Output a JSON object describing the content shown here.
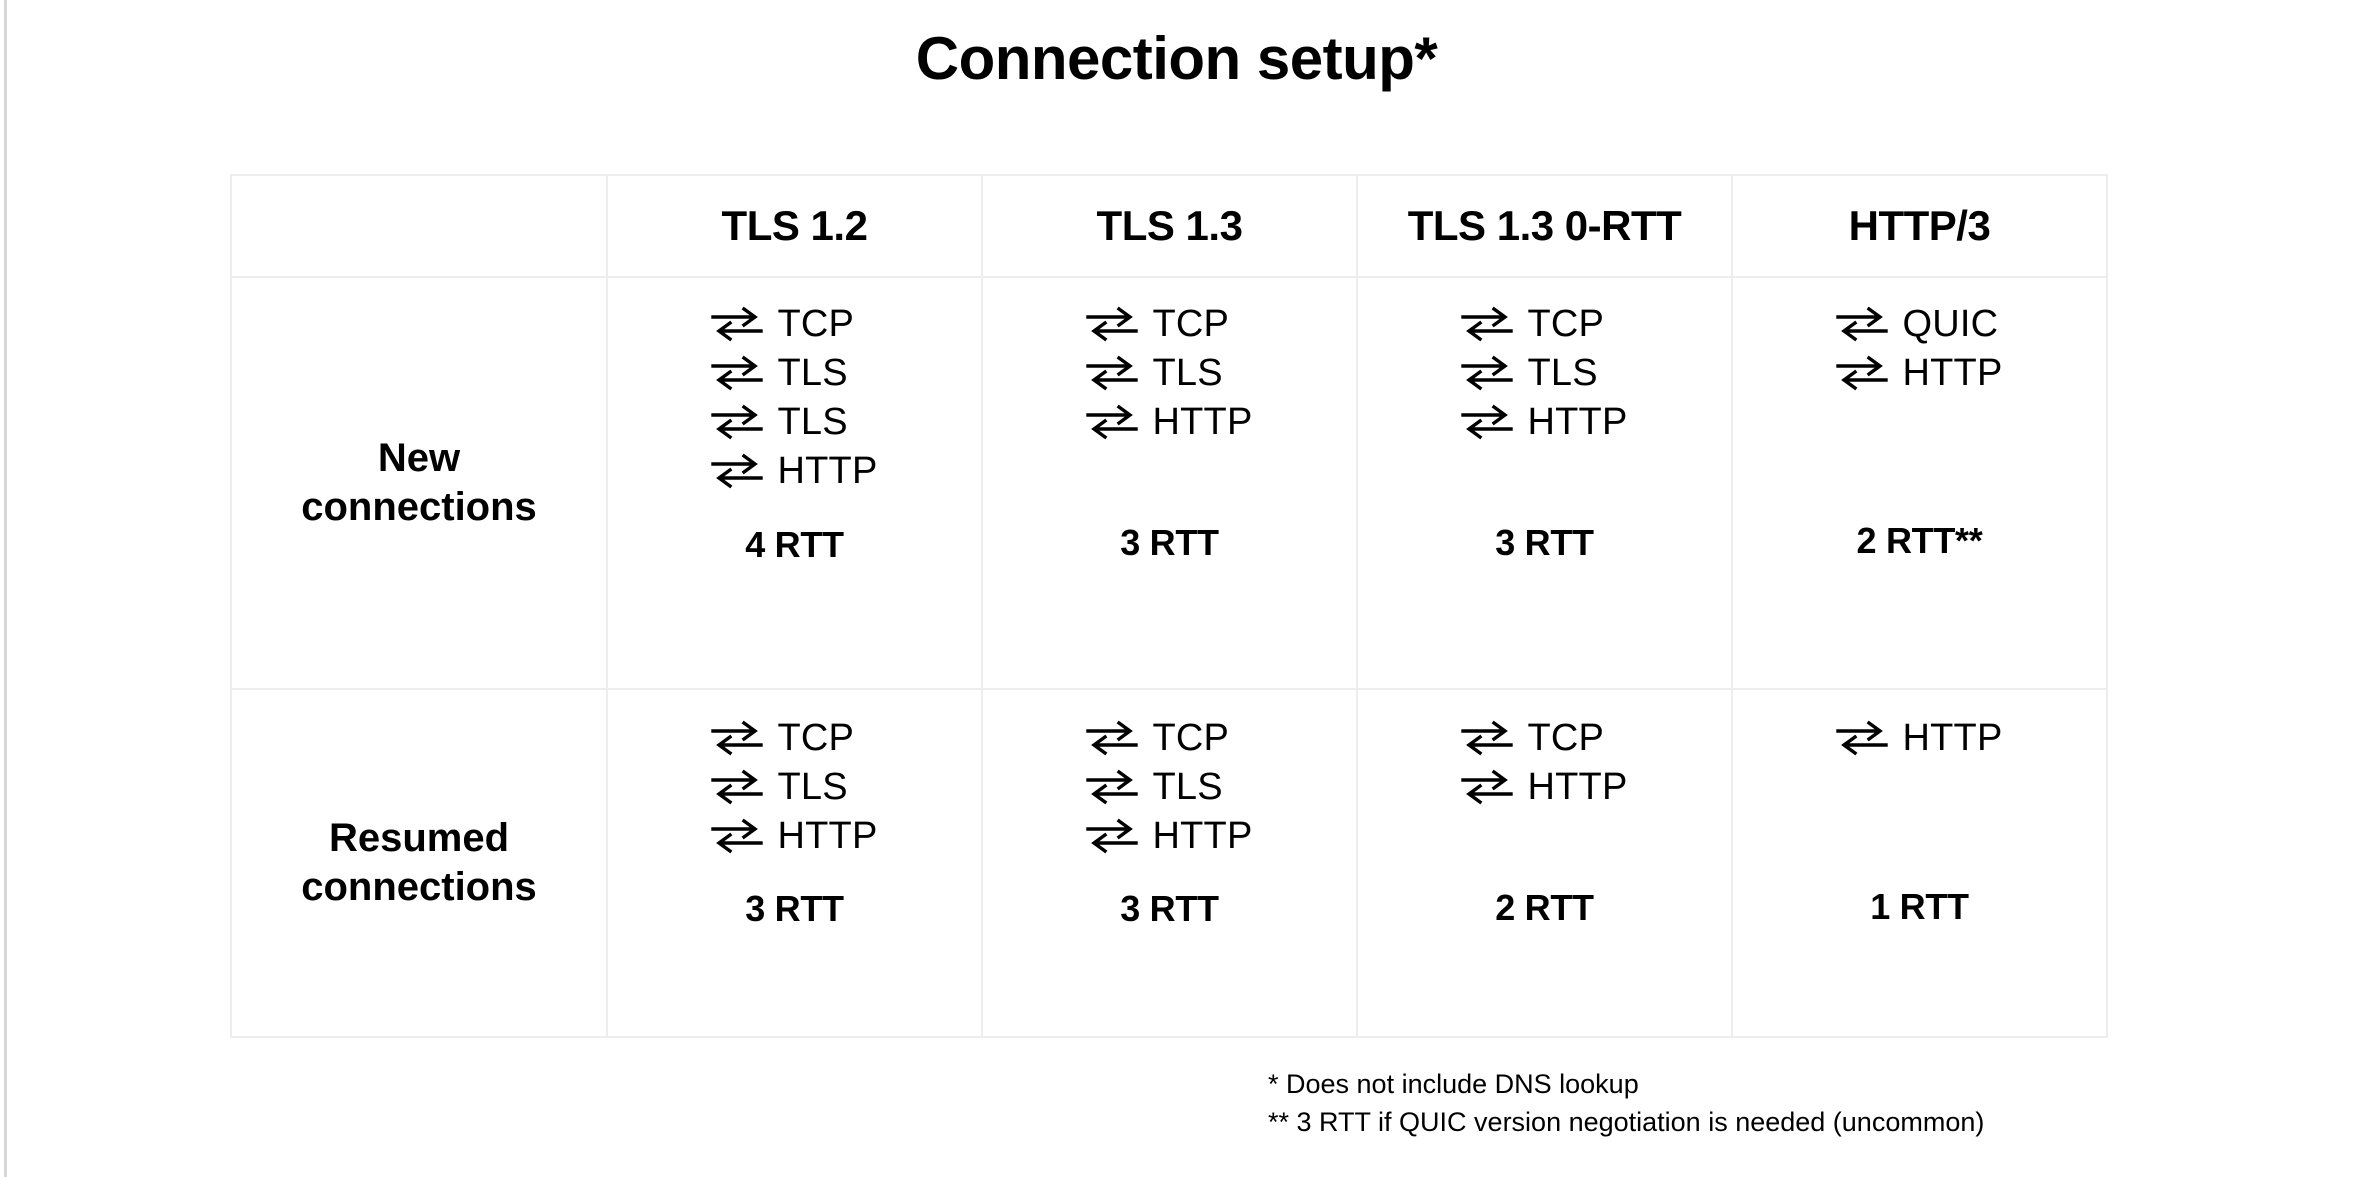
{
  "title": "Connection setup*",
  "table": {
    "corner_label": "",
    "columns": [
      "TLS 1.2",
      "TLS 1.3",
      "TLS 1.3 0-RTT",
      "HTTP/3"
    ],
    "rows": [
      {
        "label_line1": "New",
        "label_line2": "connections",
        "cells": [
          {
            "steps": [
              "TCP",
              "TLS",
              "TLS",
              "HTTP"
            ],
            "rtt": "4 RTT"
          },
          {
            "steps": [
              "TCP",
              "TLS",
              "HTTP"
            ],
            "rtt": "3 RTT"
          },
          {
            "steps": [
              "TCP",
              "TLS",
              "HTTP"
            ],
            "rtt": "3 RTT"
          },
          {
            "steps": [
              "QUIC",
              "HTTP"
            ],
            "rtt": "2 RTT**"
          }
        ]
      },
      {
        "label_line1": "Resumed",
        "label_line2": "connections",
        "cells": [
          {
            "steps": [
              "TCP",
              "TLS",
              "HTTP"
            ],
            "rtt": "3 RTT"
          },
          {
            "steps": [
              "TCP",
              "TLS",
              "HTTP"
            ],
            "rtt": "3 RTT"
          },
          {
            "steps": [
              "TCP",
              "HTTP"
            ],
            "rtt": "2 RTT"
          },
          {
            "steps": [
              "HTTP"
            ],
            "rtt": "1 RTT"
          }
        ]
      }
    ]
  },
  "footnotes": [
    "* Does not include DNS lookup",
    "** 3 RTT if QUIC version negotiation is needed (uncommon)"
  ],
  "colors": {
    "text": "#000000",
    "border": "#ededed",
    "background": "#ffffff",
    "page_edge": "#d4d6d8"
  },
  "icons": {
    "roundtrip": "bidirectional-arrow-icon"
  }
}
